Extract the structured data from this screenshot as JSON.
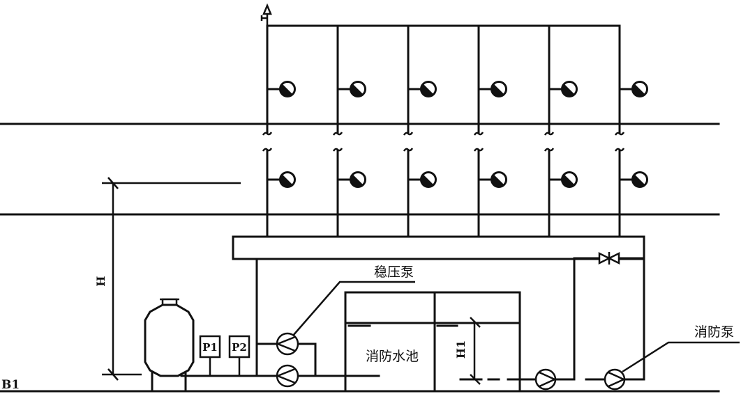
{
  "diagram": {
    "title": "",
    "labels": {
      "regulator_pump": "稳压泵",
      "fire_pool": "消防水池",
      "fire_pump": "消防泵",
      "floor": "B1",
      "height_H": "H",
      "height_H1": "H1",
      "gauge_p1": "P1",
      "gauge_p2": "P2"
    },
    "risers_count": 6,
    "floors_shown": 2,
    "colors": {
      "line": "#111111",
      "background": "#ffffff"
    }
  }
}
